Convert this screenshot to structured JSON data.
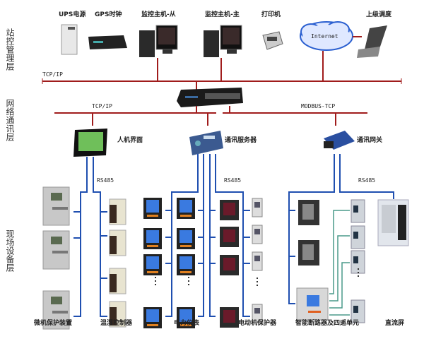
{
  "layers": [
    "站控管理层",
    "网络通讯层",
    "现场设备层"
  ],
  "station_devices": {
    "ups": "UPS电源",
    "gps": "GPS时钟",
    "monitor_slave": "监控主机-从",
    "monitor_master": "监控主机-主",
    "printer": "打印机",
    "internet": "Internet",
    "dispatch": "上级调度"
  },
  "buses": {
    "top": "TCP/IP",
    "left": "TCP/IP",
    "right": "MODBUS-TCP",
    "rs485_hmi": "RS485",
    "rs485_server": "RS485",
    "rs485_gateway": "RS485"
  },
  "comm_devices": {
    "hmi": "人机界面",
    "server": "通讯服务器",
    "gateway": "通讯网关"
  },
  "field_devices": {
    "protection": "微机保护装置",
    "temp_humidity": "温湿控制器",
    "power_meter": "电力仪表",
    "motor_protector": "电动机保护器",
    "smart_breaker": "智能断路器及四遥单元",
    "dc_panel": "直流屏"
  },
  "colors": {
    "ethernet": "#a01c1c",
    "rs485": "#1f4fb0",
    "mesh": "#4a9a8a"
  }
}
